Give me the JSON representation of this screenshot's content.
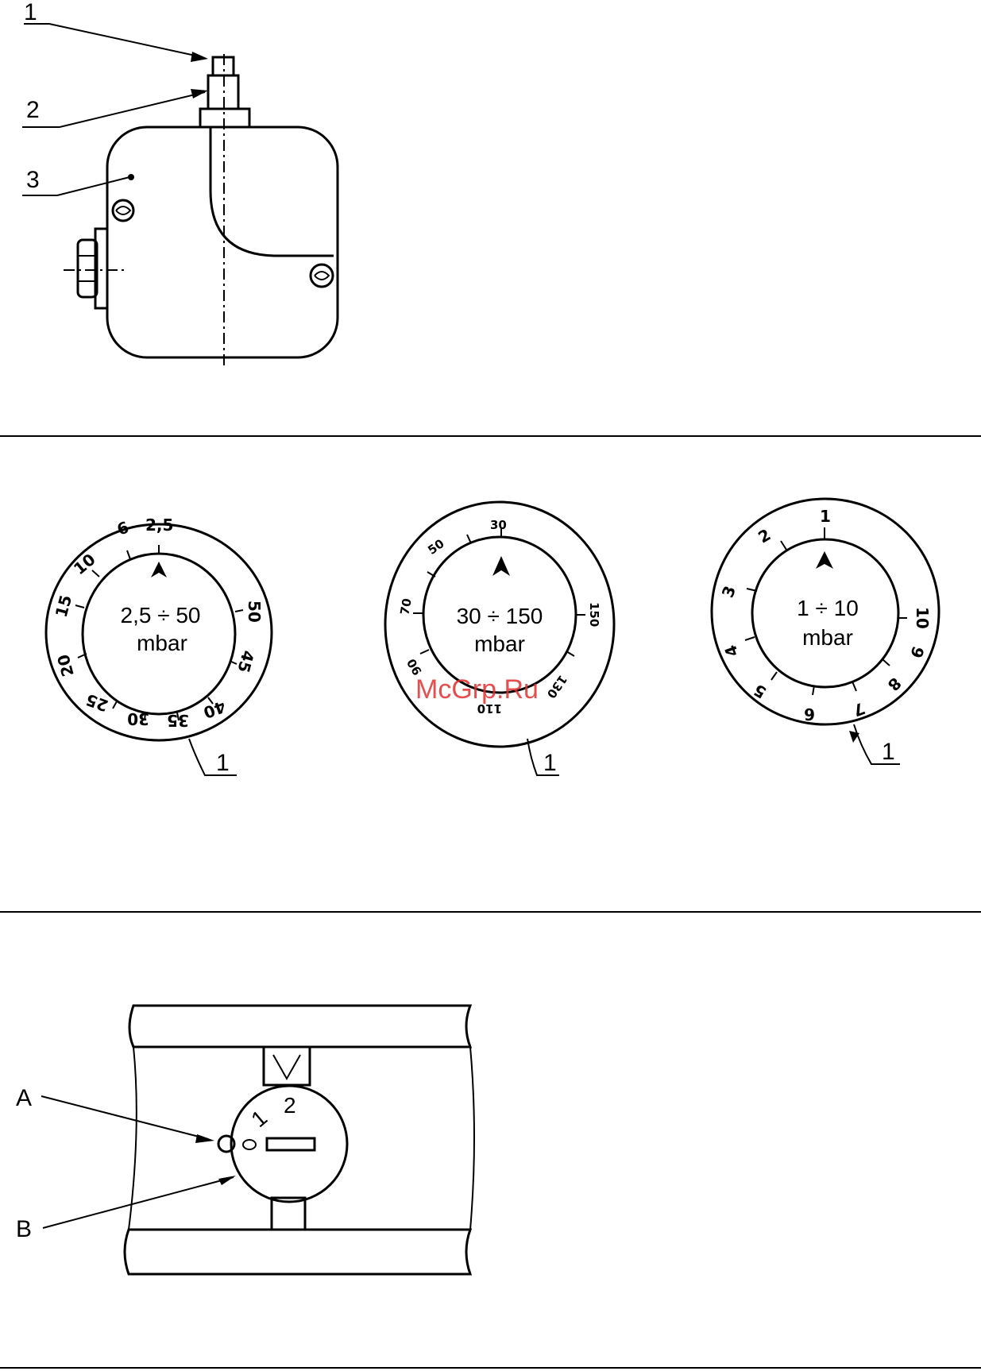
{
  "section1": {
    "callouts": [
      "1",
      "2",
      "3"
    ]
  },
  "section2": {
    "dial_a": {
      "range": "2,5 ÷ 50",
      "unit": "mbar",
      "callout": "1",
      "scale": [
        "2,5",
        "6",
        "10",
        "15",
        "20",
        "25",
        "30",
        "35",
        "40",
        "45",
        "50"
      ]
    },
    "dial_b": {
      "range": "30 ÷ 150",
      "unit": "mbar",
      "callout": "1",
      "scale": [
        "30",
        "50",
        "70",
        "90",
        "110",
        "130",
        "150"
      ]
    },
    "dial_c": {
      "range": "1 ÷ 10",
      "unit": "mbar",
      "callout": "1",
      "scale": [
        "1",
        "2",
        "3",
        "4",
        "5",
        "6",
        "7",
        "8",
        "9",
        "10"
      ]
    },
    "watermark": "McGrp.Ru"
  },
  "section3": {
    "label_a": "A",
    "label_b": "B",
    "positions": [
      "0",
      "1",
      "2"
    ]
  }
}
